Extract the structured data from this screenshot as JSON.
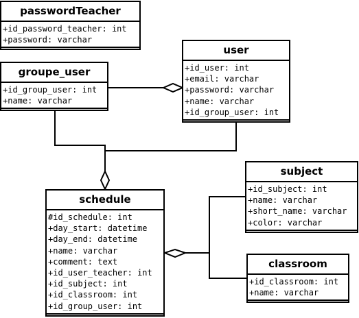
{
  "colors": {
    "line": "#000000",
    "background": "#ffffff"
  },
  "classes": {
    "passwordTeacher": {
      "title": "passwordTeacher",
      "attributes": [
        "+id_password_teacher: int",
        "+password: varchar"
      ]
    },
    "user": {
      "title": "user",
      "attributes": [
        "+id_user: int",
        "+email: varchar",
        "+password: varchar",
        "+name: varchar",
        "+id_group_user: int"
      ]
    },
    "groupe_user": {
      "title": "groupe_user",
      "attributes": [
        "+id_group_user: int",
        "+name: varchar"
      ]
    },
    "subject": {
      "title": "subject",
      "attributes": [
        "+id_subject: int",
        "+name: varchar",
        "+short_name: varchar",
        "+color: varchar"
      ]
    },
    "schedule": {
      "title": "schedule",
      "attributes": [
        "#id_schedule: int",
        "+day_start: datetime",
        "+day_end: datetime",
        "+name: varchar",
        "+comment: text",
        "+id_user_teacher: int",
        "+id_subject: int",
        "+id_classroom: int",
        "+id_group_user: int"
      ]
    },
    "classroom": {
      "title": "classroom",
      "attributes": [
        "+id_classroom: int",
        "+name: varchar"
      ]
    }
  },
  "relations": [
    {
      "from": "groupe_user",
      "to": "user",
      "kind": "aggregation"
    },
    {
      "from": "groupe_user",
      "to": "schedule",
      "kind": "aggregation"
    },
    {
      "from": "user",
      "to": "schedule",
      "kind": "aggregation"
    },
    {
      "from": "subject",
      "to": "schedule",
      "kind": "aggregation"
    },
    {
      "from": "classroom",
      "to": "schedule",
      "kind": "aggregation"
    }
  ]
}
